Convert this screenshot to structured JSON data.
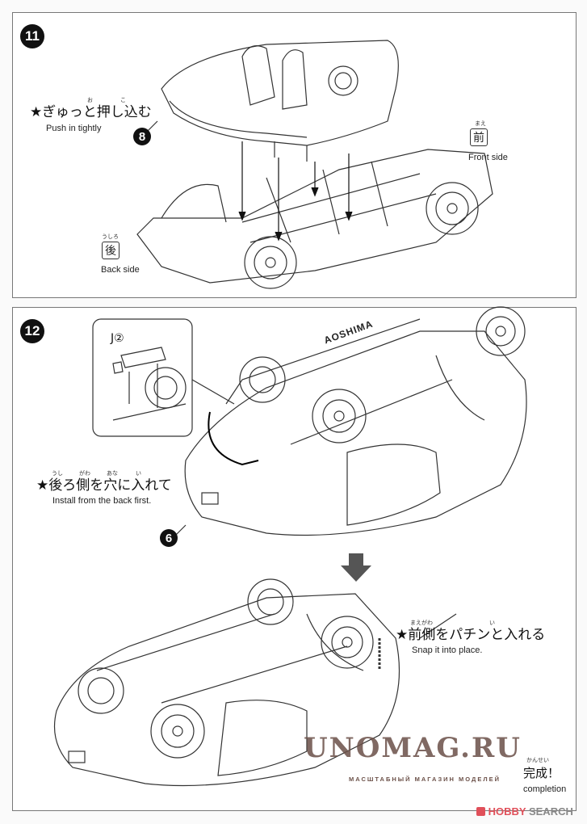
{
  "steps": [
    {
      "number": "11",
      "instruction_jp": "★ぎゅっと押し込む",
      "furigana": [
        "お",
        "こ"
      ],
      "instruction_en": "Push in tightly",
      "part_number": "8",
      "front": {
        "kanji": "前",
        "furigana": "まえ",
        "label": "Front side"
      },
      "back": {
        "kanji": "後",
        "furigana": "うしろ",
        "label": "Back side"
      }
    },
    {
      "number": "12",
      "inset_label": "J②",
      "instruction_jp": "★後ろ側を穴に入れて",
      "furigana": [
        "うし",
        "がわ",
        "あな",
        "い"
      ],
      "instruction_en": "Install from the back first.",
      "part_number": "6",
      "brand_on_chassis": "AOSHIMA",
      "second_instruction_jp": "★前側をパチンと入れる",
      "second_furigana": [
        "まえがわ",
        "い"
      ],
      "second_instruction_en": "Snap it into place.",
      "completion_jp": "完成！",
      "completion_furigana": "かんせい",
      "completion_en": "completion"
    }
  ],
  "watermarks": {
    "unomag": "UNOMAG.RU",
    "unomag_sub": "МАСШТАБНЫЙ МАГАЗИН МОДЕЛЕЙ",
    "hobby_search_1": "HOBBY",
    "hobby_search_2": "SEARCH",
    "hobby_search_color": "#e0505a"
  }
}
